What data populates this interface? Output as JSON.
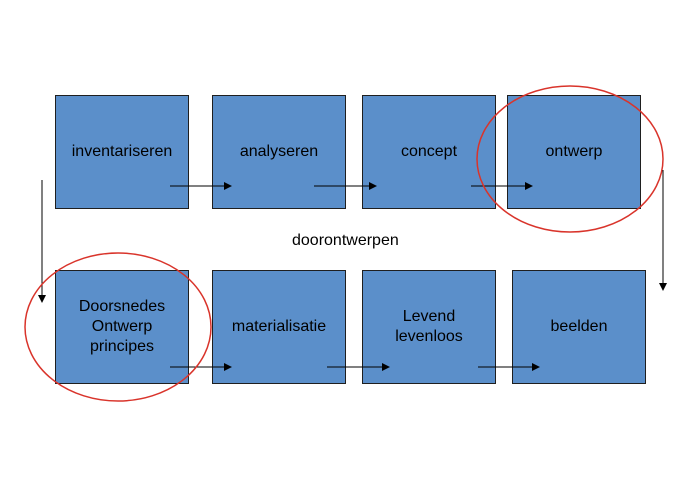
{
  "row1": [
    {
      "text": "inventariseren"
    },
    {
      "text": "analyseren"
    },
    {
      "text": "concept"
    },
    {
      "text": "ontwerp"
    }
  ],
  "row2": [
    {
      "text": "Doorsnedes\nOntwerp\nprincipes"
    },
    {
      "text": "materialisatie"
    },
    {
      "text": "Levend\nlevenloos"
    },
    {
      "text": "beelden"
    }
  ],
  "middle_label": "doorontwerpen",
  "colors": {
    "box_fill": "#5b8fca",
    "box_border": "#1f1f1f",
    "arrow": "#000000",
    "highlight_ellipse": "#d9342b"
  }
}
